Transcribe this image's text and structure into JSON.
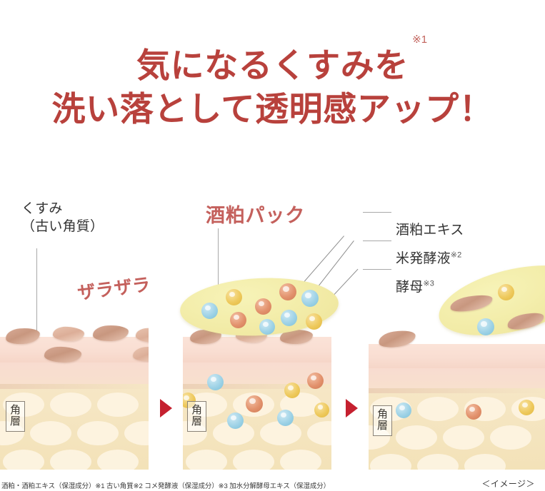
{
  "headline": {
    "line1": "気になるくすみを",
    "line1_sup": "※1",
    "line2": "洗い落として透明感アップ！",
    "color": "#b8413c"
  },
  "labels": {
    "left_callout": "くすみ\n（古い角質）",
    "rough_text": "ザラザラ",
    "pack_title": "酒粕パック"
  },
  "ingredients": [
    {
      "name": "酒粕エキス",
      "sup": "",
      "color": "#e2916c",
      "key": "sake-lees-extract"
    },
    {
      "name": "米発酵液",
      "sup": "※2",
      "color": "#9ed2e6",
      "key": "rice-ferment-liquid"
    },
    {
      "name": "酵母",
      "sup": "※3",
      "color": "#eec95c",
      "key": "yeast"
    }
  ],
  "skin_layer_label": {
    "char1": "角",
    "char2": "層"
  },
  "footnote": "酒粕・酒粕エキス（保湿成分）※1 古い角質※2 コメ発酵液（保湿成分）※3 加水分解酵母エキス（保湿成分）",
  "image_note": "＜イメージ＞",
  "colors": {
    "headline_red": "#b8413c",
    "label_red": "#c4605c",
    "arrow_red": "#c5202f",
    "pack_yellow": "#f3edaa",
    "skin_pink": "#f9ded2",
    "skin_cream": "#f4e3bc",
    "flake_brown": "#c8977f",
    "background": "#ffffff"
  }
}
